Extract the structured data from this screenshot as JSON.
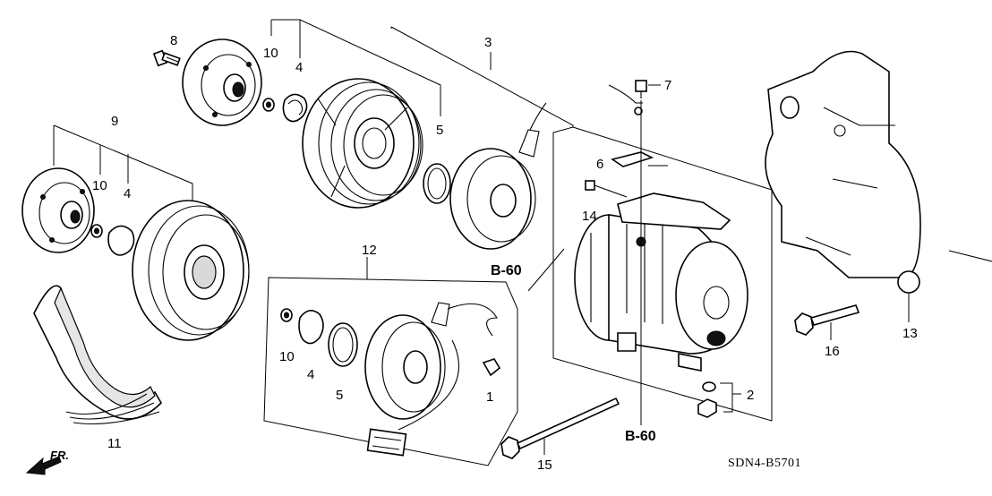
{
  "diagram": {
    "code": "SDN4-B5701",
    "direction_label": "FR.",
    "references": [
      "B-60",
      "B-60"
    ],
    "callouts": {
      "c1": "1",
      "c2": "2",
      "c3": "3",
      "c4a": "4",
      "c4b": "4",
      "c4c": "4",
      "c5a": "5",
      "c5b": "5",
      "c6": "6",
      "c7": "7",
      "c8": "8",
      "c9": "9",
      "c10a": "10",
      "c10b": "10",
      "c10c": "10",
      "c11": "11",
      "c12": "12",
      "c13": "13",
      "c14": "14",
      "c15": "15",
      "c16": "16"
    }
  }
}
